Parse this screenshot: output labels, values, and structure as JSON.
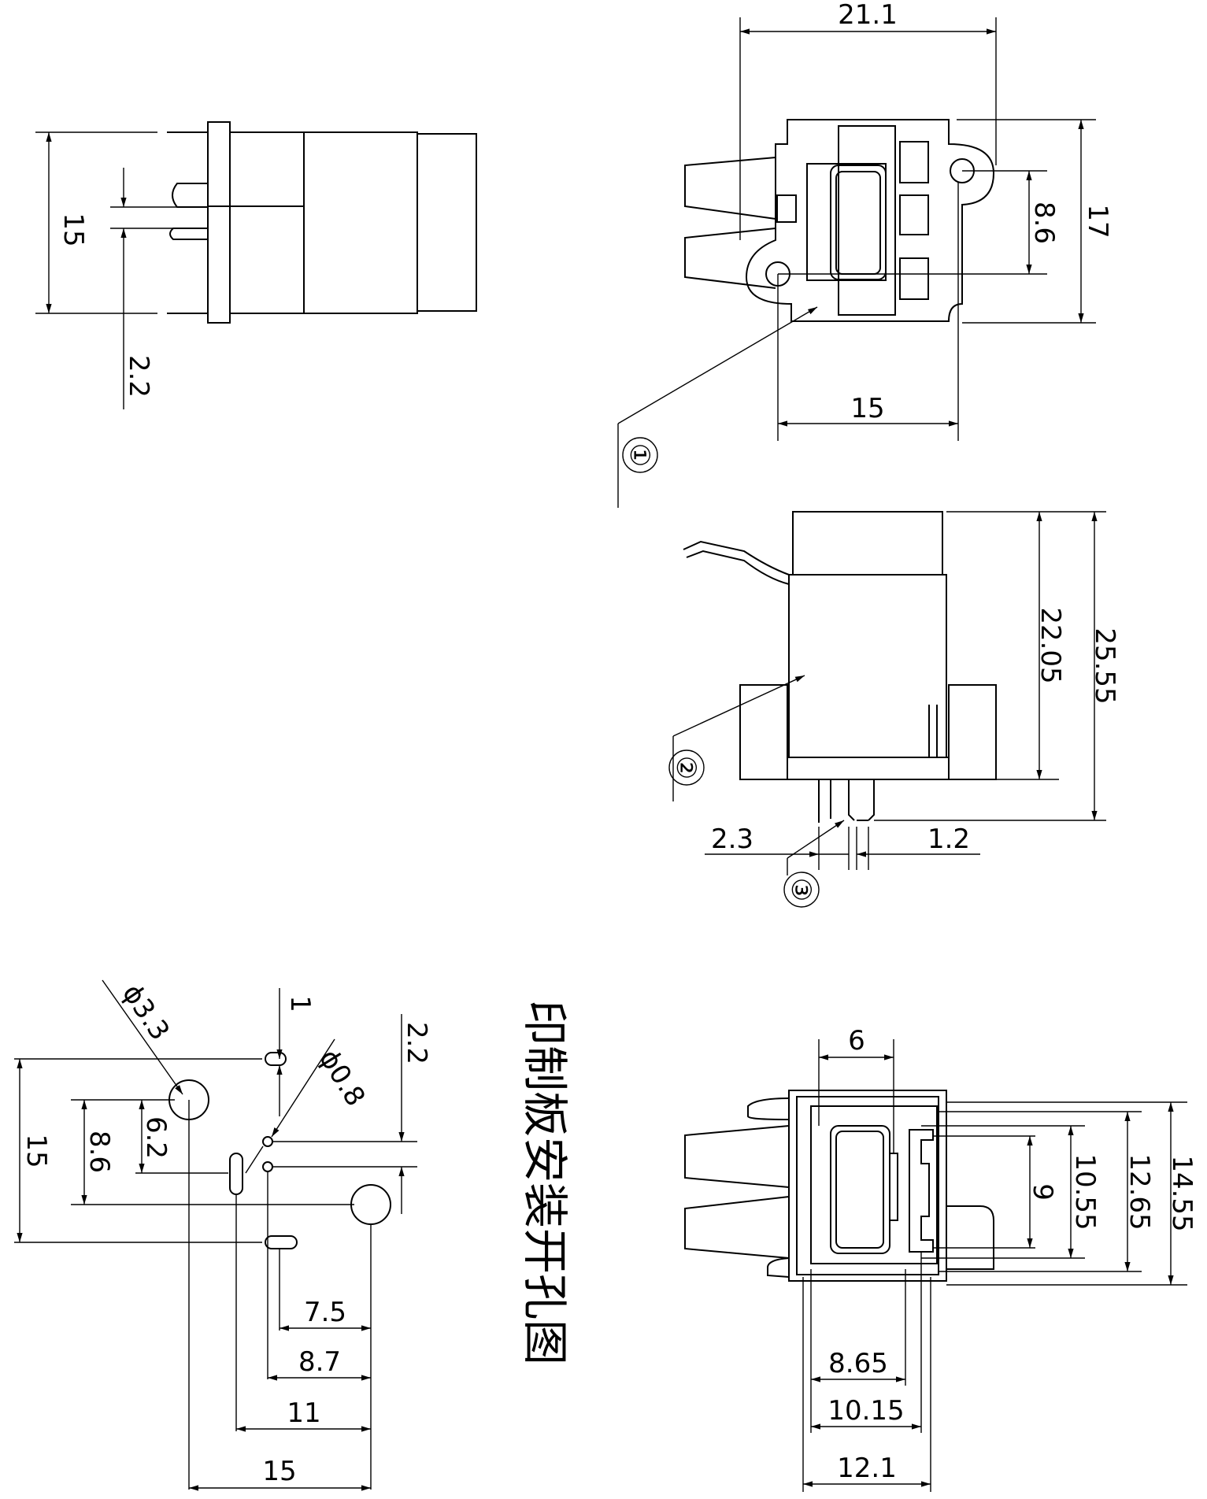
{
  "dimensions": {
    "side_height": "15",
    "side_pin": "2.2",
    "top_width": "21.1",
    "top_depth": "17",
    "top_hole": "8.6",
    "top_span": "15",
    "front_body": "22.05",
    "front_total": "25.55",
    "front_pin_a": "2.3",
    "front_pin_b": "1.2",
    "pcb_hole_big": "ϕ3.3",
    "pcb_slot": "1",
    "pcb_hole_small": "ϕ0.8",
    "pcb_gap": "2.2",
    "pcb_height": "15",
    "pcb_86": "8.6",
    "pcb_62": "6.2",
    "pcb_75": "7.5",
    "pcb_87": "8.7",
    "pcb_11": "11",
    "pcb_15": "15",
    "panel_6": "6",
    "panel_9": "9",
    "panel_1055": "10.55",
    "panel_1265": "12.65",
    "panel_1455": "14.55",
    "panel_865": "8.65",
    "panel_1015": "10.15",
    "panel_121": "12.1"
  },
  "callouts": [
    "①",
    "②",
    "③"
  ],
  "pcb_title": "印制板安装开孔图"
}
